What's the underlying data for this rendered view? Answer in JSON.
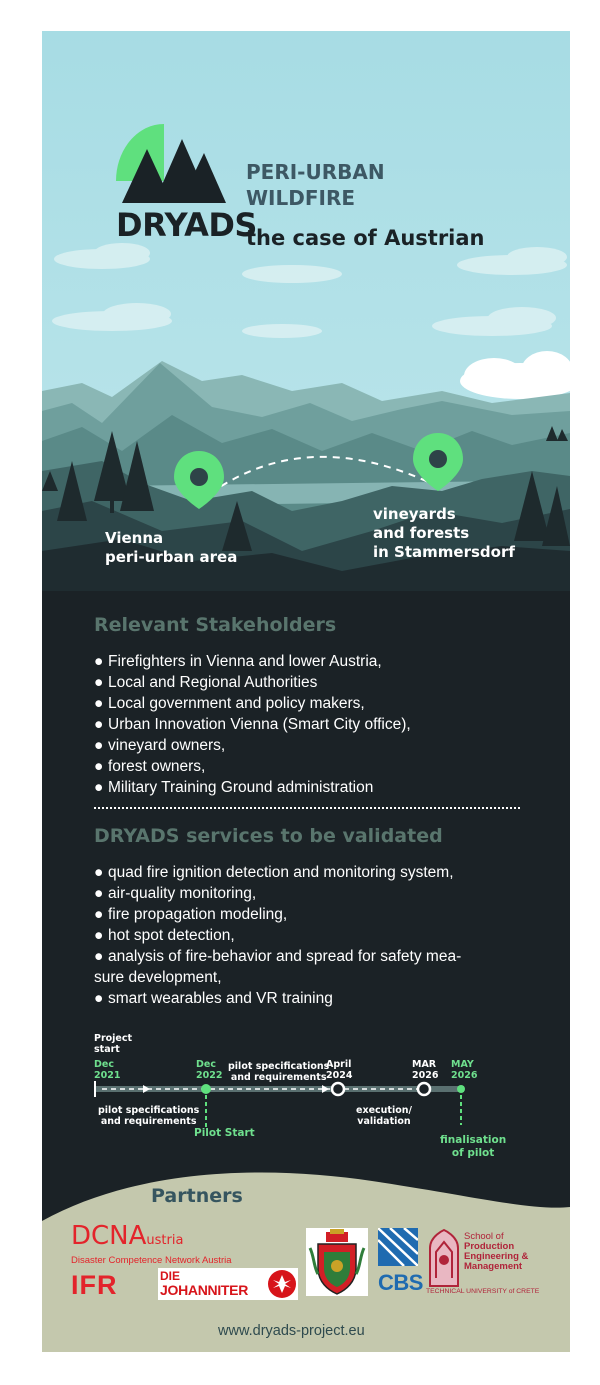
{
  "header": {
    "logo_word": "DRYADS",
    "subtitle_line1": "PERI-URBAN",
    "subtitle_line2": "WILDFIRE",
    "case_line": "the case of Austrian"
  },
  "map": {
    "location_1": {
      "line1": "Vienna",
      "line2": "peri-urban area"
    },
    "location_2": {
      "line1": "vineyards",
      "line2": "and forests",
      "line3": "in Stammersdorf"
    }
  },
  "stakeholders": {
    "heading": "Relevant Stakeholders",
    "bullet": "●",
    "items": [
      "Firefighters in Vienna and lower Austria,",
      "Local and Regional Authorities",
      "Local government and policy makers,",
      "Urban Innovation Vienna (Smart City office),",
      "vineyard owners,",
      "forest owners,",
      "Military Training Ground administration"
    ]
  },
  "services": {
    "heading": "DRYADS services to be validated",
    "items": [
      "quad fire ignition detection and monitoring system,",
      "air-quality monitoring,",
      "fire propagation modeling,",
      "hot spot detection,",
      "analysis of fire-behavior and spread for safety mea-",
      "sure development,",
      "smart wearables and VR training"
    ]
  },
  "timeline": {
    "project_start_1": "Project",
    "project_start_2": "start",
    "dec2021_1": "Dec",
    "dec2021_2": "2021",
    "dec2022_1": "Dec",
    "dec2022_2": "2022",
    "pilot_spec_top_1": "pilot specifications",
    "pilot_spec_top_2": "and requirements",
    "april2024_1": "April",
    "april2024_2": "2024",
    "mar2026_1": "MAR",
    "mar2026_2": "2026",
    "may2026_1": "MAY",
    "may2026_2": "2026",
    "pilot_spec_bottom_1": "pilot specifications",
    "pilot_spec_bottom_2": "and requirements",
    "pilot_start": "Pilot Start",
    "execution_1": "execution/",
    "execution_2": "validation",
    "finalisation_1": "finalisation",
    "finalisation_2": "of pilot"
  },
  "partners": {
    "heading": "Partners",
    "dcna_main": "DCN",
    "dcna_a": "A",
    "dcna_ustria": "ustria",
    "dcna_sub": "Disaster Competence Network Austria",
    "ifr": "IFR",
    "johanniter_1": "DIE",
    "johanniter_2": "JOHANNITER",
    "cbs": "CBS",
    "tuc_1": "School of",
    "tuc_2": "Production",
    "tuc_3": "Engineering &",
    "tuc_4": "Management",
    "tuc_5": "TECHNICAL UNIVERSITY of CRETE",
    "url": "www.dryads-project.eu"
  },
  "colors": {
    "accent_green": "#5fe07e",
    "sky": "#a9dde5",
    "dark_bg": "#1b2226",
    "heading_green": "#59756d",
    "sand": "#c5c8ad",
    "red": "#e3242b"
  }
}
